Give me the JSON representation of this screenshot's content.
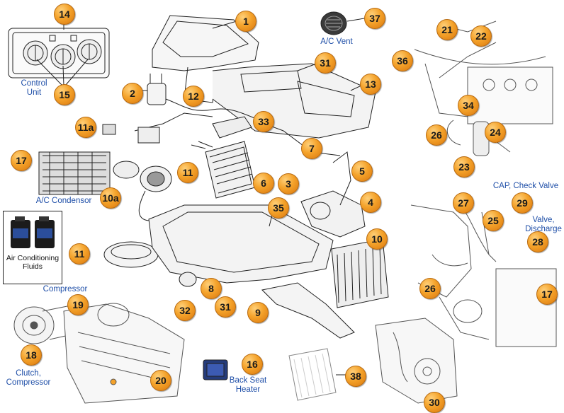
{
  "diagram": {
    "callouts": [
      "14",
      "1",
      "37",
      "21",
      "22",
      "36",
      "15",
      "31",
      "13",
      "2",
      "12",
      "11a",
      "33",
      "34",
      "24",
      "26",
      "23",
      "17",
      "7",
      "5",
      "11",
      "6",
      "3",
      "10a",
      "4",
      "27",
      "29",
      "25",
      "35",
      "28",
      "10",
      "11",
      "26",
      "8",
      "31",
      "32",
      "9",
      "17",
      "19",
      "18",
      "16",
      "38",
      "20",
      "30"
    ],
    "labels": {
      "control_unit": "Control Unit",
      "ac_vent": "A/C  Vent",
      "ac_condensor": "A/C Condensor",
      "cap_check_valve": "CAP, Check Valve",
      "valve_discharge": "Valve, Discharge",
      "compressor": "Compressor",
      "clutch_compressor": "Clutch, Compressor",
      "back_seat_heater": "Back Seat Heater"
    },
    "fluids_box": {
      "text": "Air Conditioning Fluids"
    }
  }
}
